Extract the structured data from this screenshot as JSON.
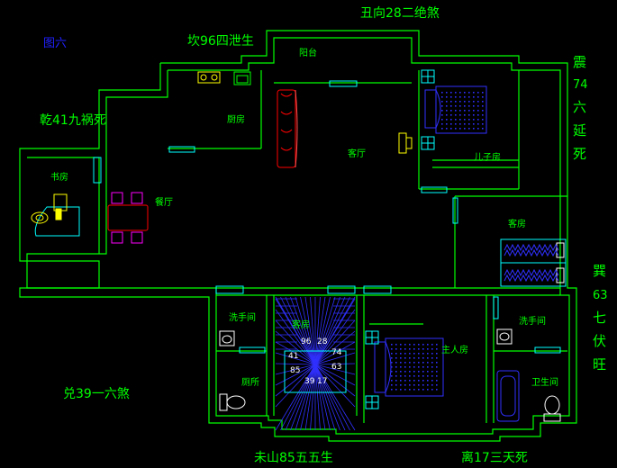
{
  "figure_label": "图六",
  "sector_labels": {
    "top": "丑向28二绝煞",
    "top_left": "坎96四泄生",
    "left": "乾41九祸死",
    "right_upper": [
      "震",
      "74",
      "六",
      "延",
      "死"
    ],
    "right_lower": [
      "巽",
      "63",
      "七",
      "伏",
      "旺"
    ],
    "bottom_left": "兑39一六煞",
    "bottom_mid": "未山85五五生",
    "bottom_right": "离17三天死"
  },
  "rooms": {
    "balcony": "阳台",
    "kitchen": "厨房",
    "study": "书房",
    "dining": "餐厅",
    "living": "客厅",
    "child_room": "儿子房",
    "guest_room": "客房",
    "washroom_left": "洗手间",
    "toilet": "厕所",
    "guest_room_stair": "客房",
    "master_room": "主人房",
    "washroom_right": "洗手间",
    "bathroom": "卫生间"
  },
  "stair_numbers": [
    "96",
    "28",
    "74",
    "41",
    "63",
    "85",
    "39",
    "17"
  ],
  "colors": {
    "background": "#000000",
    "walls": "#00ff00",
    "windows": "#00ffff",
    "furniture_blue": "#3030ff",
    "furniture_magenta": "#ff00ff",
    "furniture_red": "#ff0000",
    "furniture_yellow": "#ffff00",
    "furniture_cyan": "#00ffff",
    "text_green": "#00ff00",
    "text_blue": "#2020ff",
    "text_yellow": "#ffff00"
  }
}
